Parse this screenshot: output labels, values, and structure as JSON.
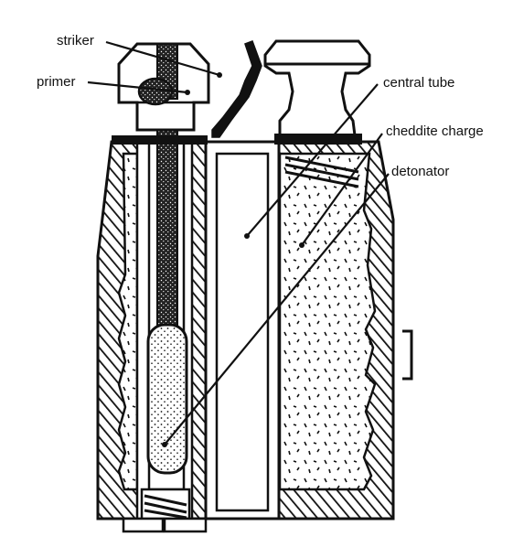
{
  "labels": {
    "striker": "striker",
    "primer": "primer",
    "central_tube": "central tube",
    "cheddite_charge": "cheddite charge",
    "detonator": "detonator"
  },
  "colors": {
    "ink": "#111111",
    "paper": "#ffffff"
  }
}
